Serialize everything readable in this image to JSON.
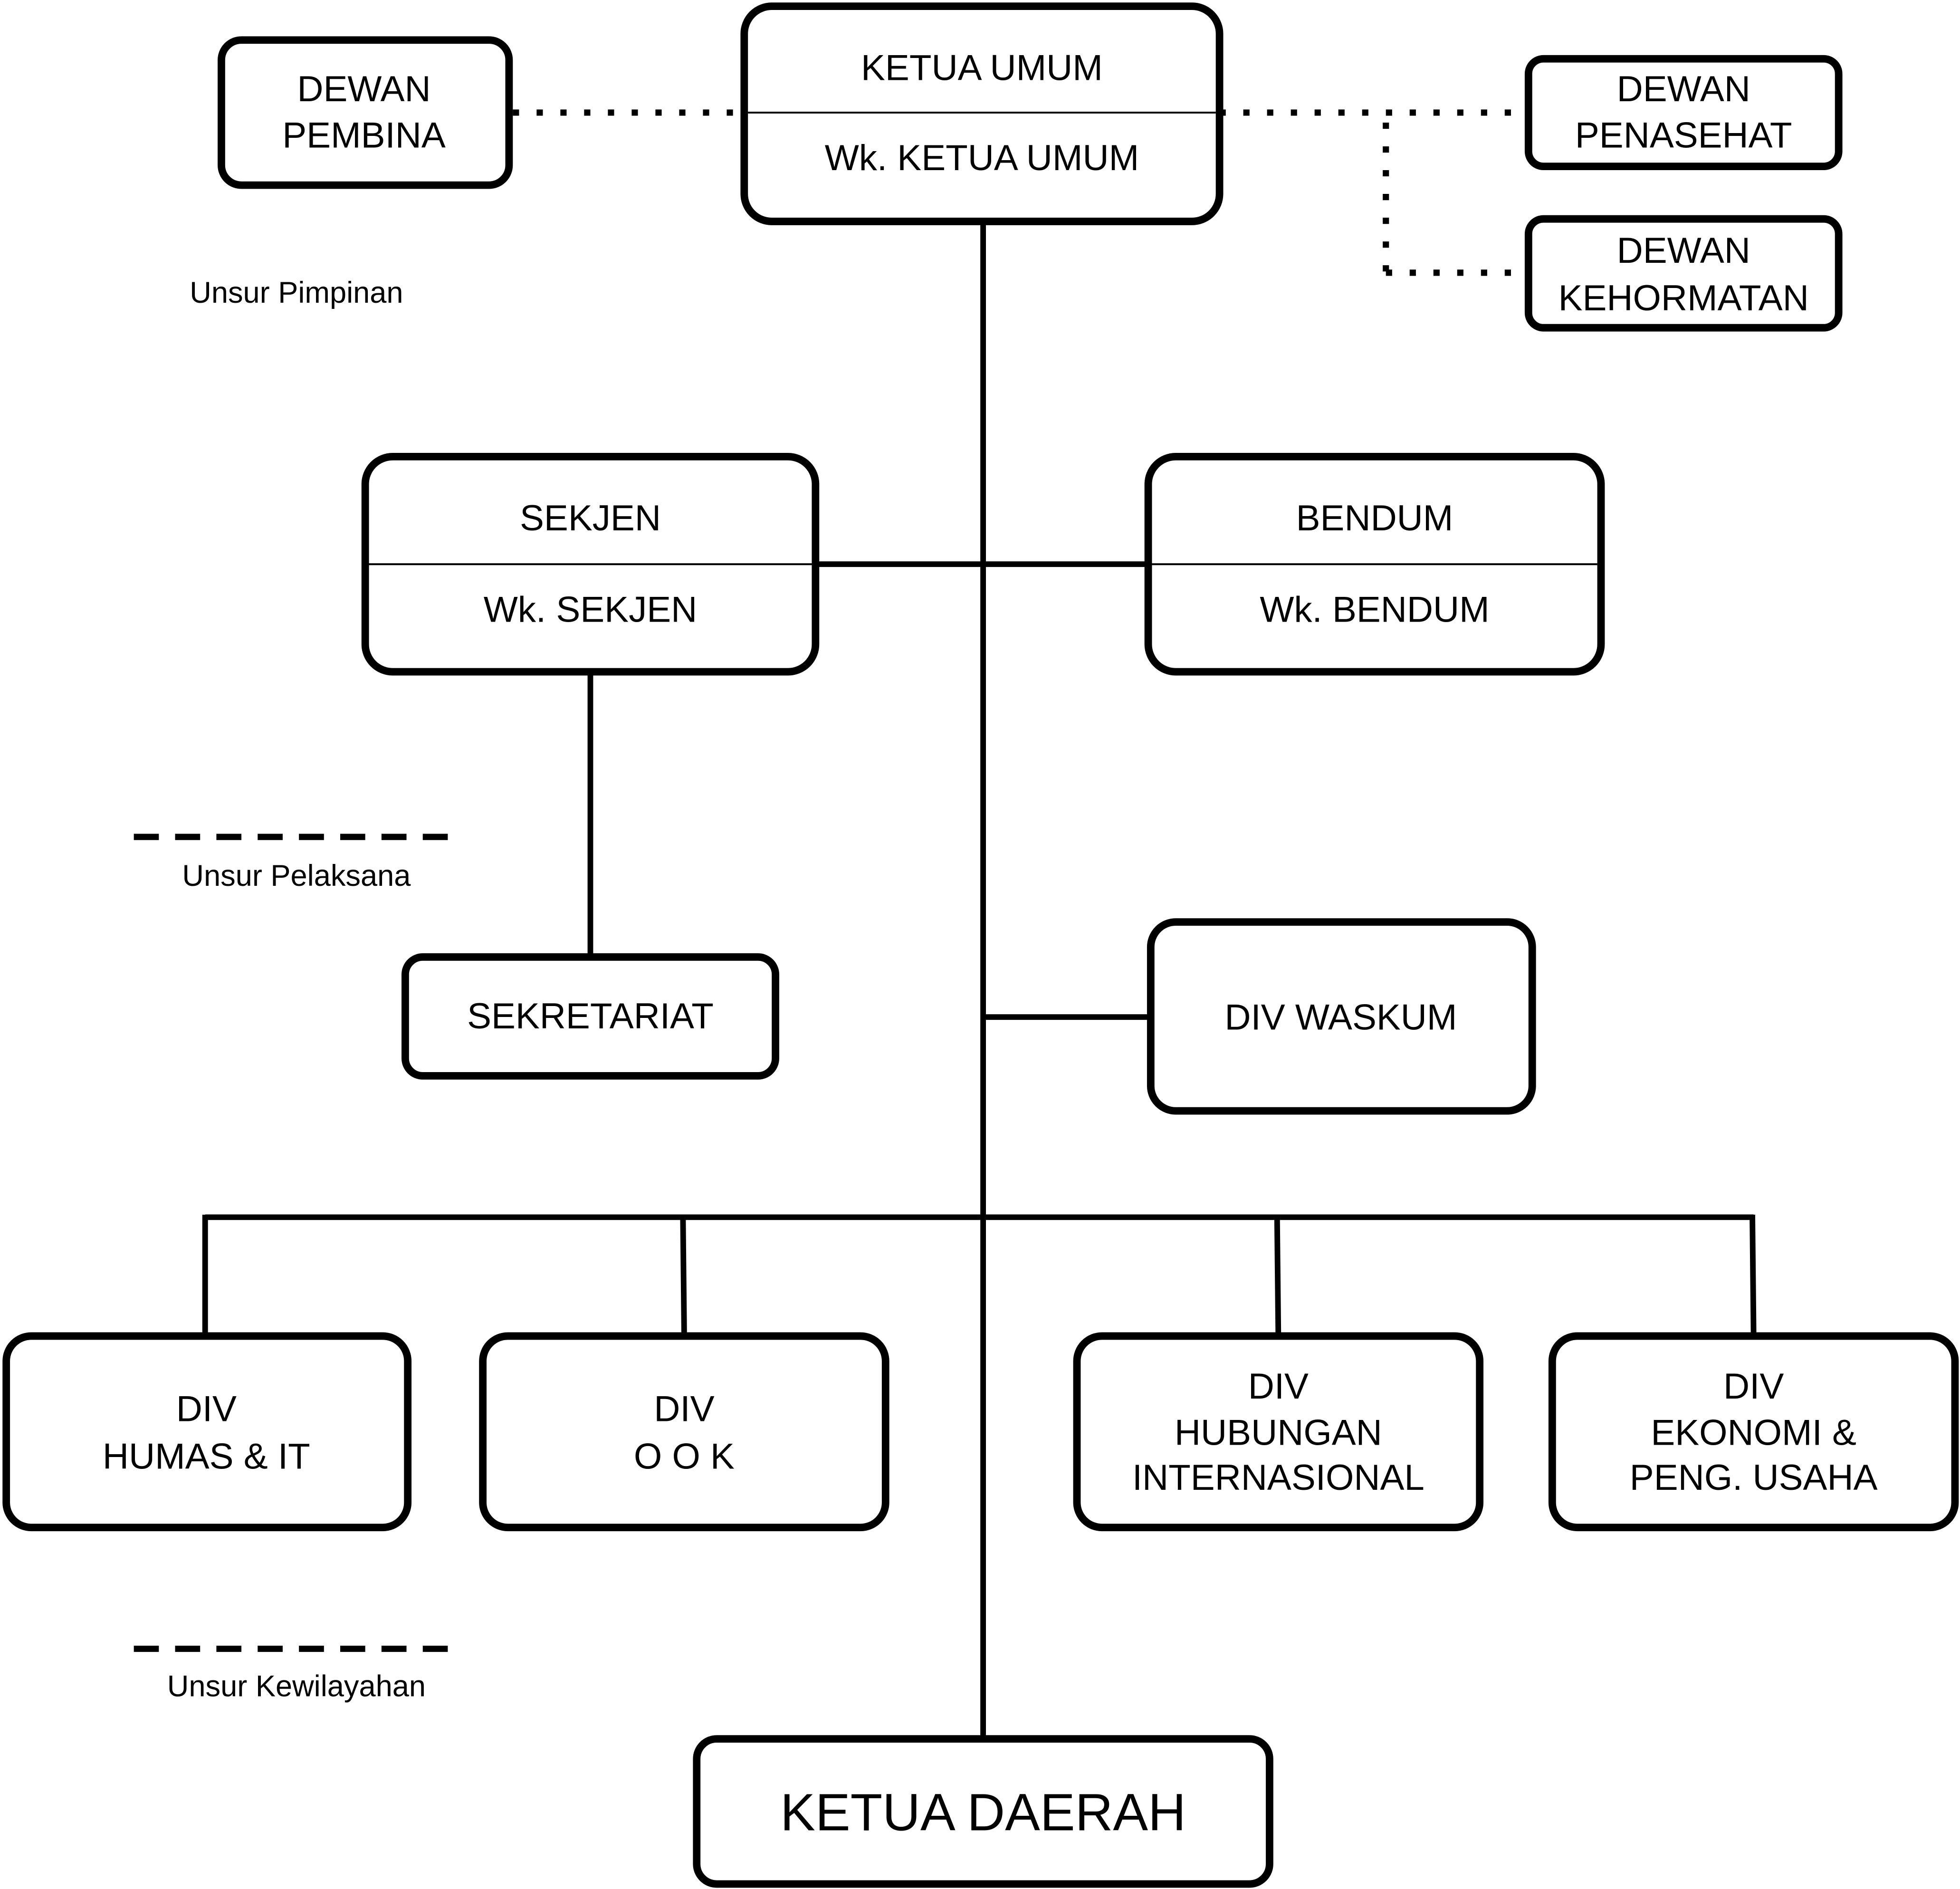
{
  "nodes": {
    "dewan_pembina": [
      "DEWAN",
      "PEMBINA"
    ],
    "ketua_umum": "KETUA UMUM",
    "wk_ketua_umum": "Wk. KETUA UMUM",
    "dewan_penasehat": [
      "DEWAN",
      "PENASEHAT"
    ],
    "dewan_kehormatan": [
      "DEWAN",
      "KEHORMATAN"
    ],
    "sekjen": "SEKJEN",
    "wk_sekjen": "Wk. SEKJEN",
    "bendum": "BENDUM",
    "wk_bendum": "Wk. BENDUM",
    "sekretariat": "SEKRETARIAT",
    "div_waskum": "DIV WASKUM",
    "div_humas": [
      "DIV",
      "HUMAS & IT"
    ],
    "div_ook": [
      "DIV",
      "O O K"
    ],
    "div_hubint": [
      "DIV",
      "HUBUNGAN",
      "INTERNASIONAL"
    ],
    "div_ekonomi": [
      "DIV",
      "EKONOMI &",
      "PENG. USAHA"
    ],
    "ketua_daerah": "KETUA DAERAH"
  },
  "sections": {
    "pimpinan": "Unsur Pimpinan",
    "pelaksana": "Unsur Pelaksana",
    "kewilayahan": "Unsur Kewilayahan"
  }
}
